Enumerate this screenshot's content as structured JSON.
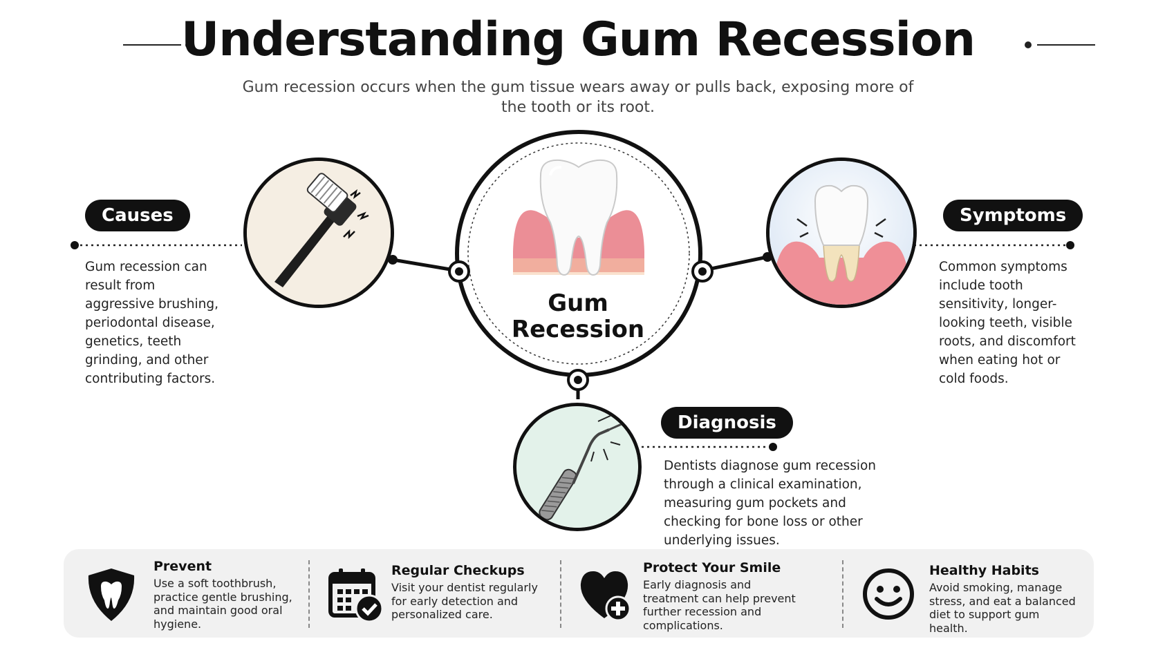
{
  "header": {
    "title": "Understanding Gum Recession",
    "subtitle": "Gum recession occurs when the gum tissue wears away or pulls back, exposing more of the tooth or its root."
  },
  "center": {
    "title_line1": "Gum",
    "title_line2": "Recession"
  },
  "causes": {
    "label": "Causes",
    "text": "Gum recession can result from aggressive brushing, periodontal disease, genetics, teeth grinding, and other contributing factors."
  },
  "symptoms": {
    "label": "Symptoms",
    "text": "Common symptoms include tooth sensitivity, longer-looking teeth, visible roots, and discomfort when eating hot or cold foods."
  },
  "diagnosis": {
    "label": "Diagnosis",
    "text": "Dentists diagnose gum recession through a clinical examination, measuring gum pockets and checking for bone loss or other underlying issues."
  },
  "tips": [
    {
      "title": "Prevent",
      "text": "Use a soft toothbrush, practice gentle brushing, and maintain good oral hygiene.",
      "icon": "shield-tooth-icon"
    },
    {
      "title": "Regular Checkups",
      "text": "Visit your dentist regularly for early detection and personalized care.",
      "icon": "calendar-check-icon"
    },
    {
      "title": "Protect Your Smile",
      "text": "Early diagnosis and treatment can help prevent further recession and complications.",
      "icon": "heart-plus-icon"
    },
    {
      "title": "Healthy Habits",
      "text": "Avoid smoking, manage stress, and eat a balanced diet to support gum health.",
      "icon": "smiley-icon"
    }
  ],
  "colors": {
    "ink": "#111111",
    "gum": "#e98a92",
    "panel": "#f1f1f1"
  }
}
